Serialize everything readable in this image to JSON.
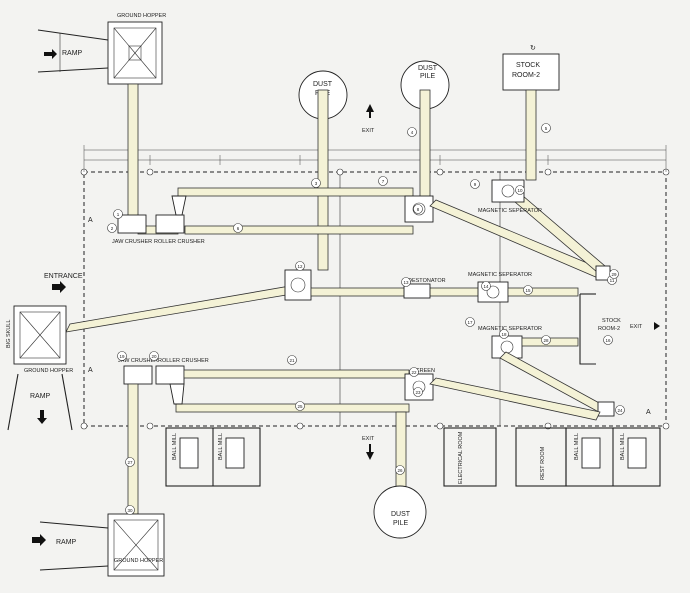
{
  "labels": {
    "ground_hopper": "GROUND HOPPER",
    "ramp": "RAMP",
    "entrance": "ENTRANCE",
    "exit": "EXIT",
    "dust_pile": "DUST",
    "dust_pile2": "PILE",
    "stock_room": "STOCK",
    "stock_room2": "ROOM-2",
    "ball_mill": "BALL MILL",
    "electrical_room": "ELECTRICAL ROOM",
    "rest_room": "REST ROOM",
    "skull": "BIG SKULL",
    "jaw_crusher": "JAW CRUSHER",
    "roller_crusher": "ROLLER CRUSHER",
    "magnetic_separator": "MAGNETIC SEPERATOR",
    "destonator": "DESTONATOR",
    "screen": "SCREEN",
    "a_marker": "A"
  },
  "bubbles": [
    "1",
    "2",
    "3",
    "4",
    "5",
    "6",
    "7",
    "8",
    "9",
    "10",
    "11",
    "12",
    "13",
    "14",
    "15",
    "16",
    "17",
    "18",
    "19",
    "20",
    "21",
    "22",
    "23",
    "24",
    "25",
    "26",
    "27",
    "28",
    "29",
    "30"
  ],
  "colors": {
    "conveyor_fill": "#f4f2d6",
    "line": "#222222",
    "background": "#f3f3f1"
  }
}
